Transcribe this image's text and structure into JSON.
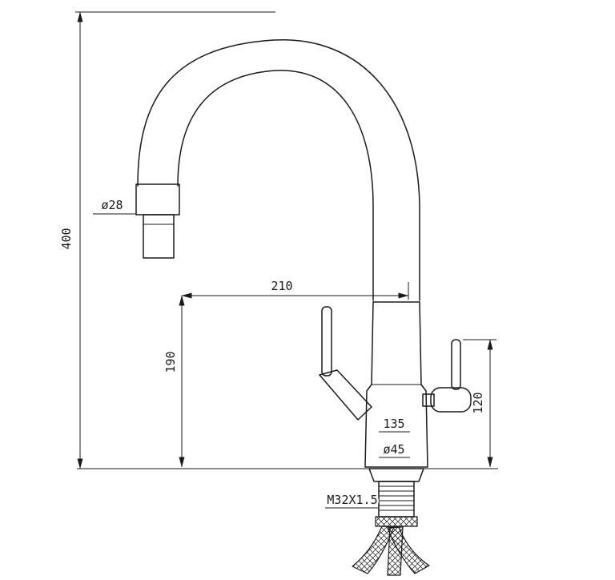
{
  "drawing": {
    "background_color": "#ffffff",
    "line_color": "#1a1a1a",
    "dimensions": {
      "total_height": "400",
      "spout_outlet_diameter": "ø28",
      "spout_reach": "210",
      "spout_clearance_height": "190",
      "body_label": "135",
      "base_diameter": "ø45",
      "side_handle_height": "120",
      "mounting_thread": "M32X1.5"
    }
  }
}
